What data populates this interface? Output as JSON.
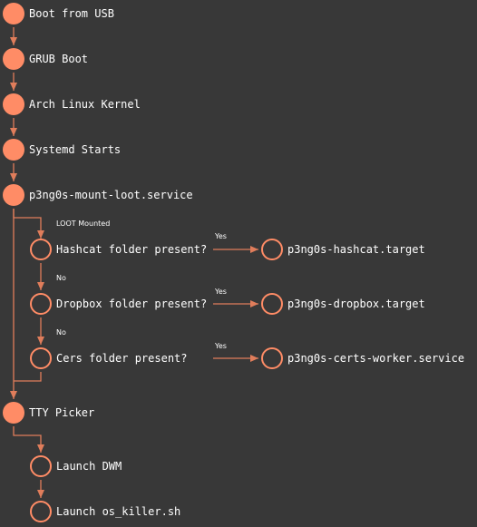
{
  "colors": {
    "accent": "#ff8c66",
    "wire": "#e07d5b",
    "background": "#383838",
    "text": "#ffffff"
  },
  "nodes": [
    {
      "id": "boot-usb",
      "label": "Boot from USB",
      "style": "filled"
    },
    {
      "id": "grub-boot",
      "label": "GRUB Boot",
      "style": "filled"
    },
    {
      "id": "arch-kernel",
      "label": "Arch Linux Kernel",
      "style": "filled"
    },
    {
      "id": "systemd-starts",
      "label": "Systemd Starts",
      "style": "filled"
    },
    {
      "id": "mount-loot",
      "label": "p3ng0s-mount-loot.service",
      "style": "filled"
    },
    {
      "id": "hashcat-check",
      "label": "Hashcat folder present?",
      "style": "hollow"
    },
    {
      "id": "hashcat-target",
      "label": "p3ng0s-hashcat.target",
      "style": "hollow"
    },
    {
      "id": "dropbox-check",
      "label": "Dropbox folder present?",
      "style": "hollow"
    },
    {
      "id": "dropbox-target",
      "label": "p3ng0s-dropbox.target",
      "style": "hollow"
    },
    {
      "id": "certs-check",
      "label": "Cers folder present?",
      "style": "hollow"
    },
    {
      "id": "certs-worker",
      "label": "p3ng0s-certs-worker.service",
      "style": "hollow"
    },
    {
      "id": "tty-picker",
      "label": "TTY Picker",
      "style": "filled"
    },
    {
      "id": "launch-dwm",
      "label": "Launch DWM",
      "style": "hollow"
    },
    {
      "id": "launch-os-killer",
      "label": "Launch os_killer.sh",
      "style": "hollow"
    }
  ],
  "edges": [
    {
      "from": "boot-usb",
      "to": "grub-boot",
      "label": ""
    },
    {
      "from": "grub-boot",
      "to": "arch-kernel",
      "label": ""
    },
    {
      "from": "arch-kernel",
      "to": "systemd-starts",
      "label": ""
    },
    {
      "from": "systemd-starts",
      "to": "mount-loot",
      "label": ""
    },
    {
      "from": "mount-loot",
      "to": "hashcat-check",
      "label": "LOOT Mounted"
    },
    {
      "from": "hashcat-check",
      "to": "hashcat-target",
      "label": "Yes"
    },
    {
      "from": "hashcat-check",
      "to": "dropbox-check",
      "label": "No"
    },
    {
      "from": "dropbox-check",
      "to": "dropbox-target",
      "label": "Yes"
    },
    {
      "from": "dropbox-check",
      "to": "certs-check",
      "label": "No"
    },
    {
      "from": "certs-check",
      "to": "certs-worker",
      "label": "Yes"
    },
    {
      "from": "mount-loot",
      "to": "tty-picker",
      "label": ""
    },
    {
      "from": "certs-check",
      "to": "tty-picker",
      "label": ""
    },
    {
      "from": "tty-picker",
      "to": "launch-dwm",
      "label": ""
    },
    {
      "from": "launch-dwm",
      "to": "launch-os-killer",
      "label": ""
    }
  ]
}
